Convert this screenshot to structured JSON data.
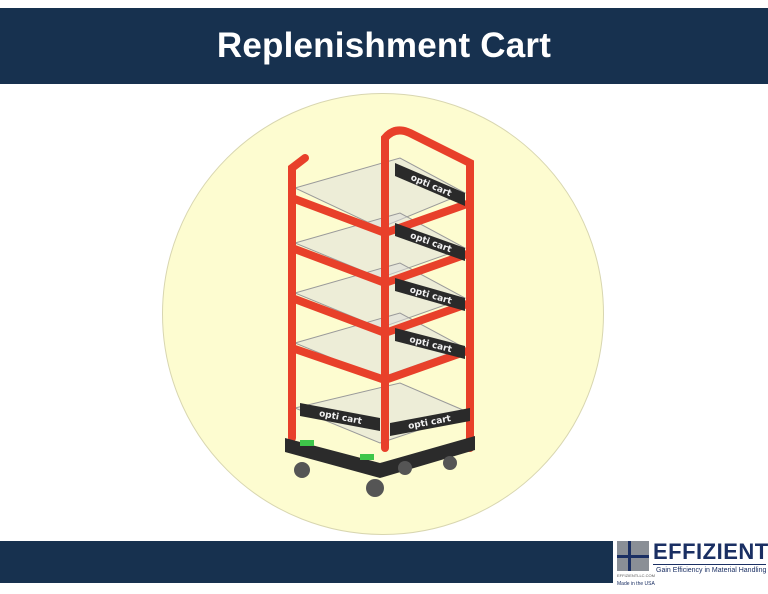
{
  "header": {
    "title": "Replenishment Cart"
  },
  "image": {
    "subject": "opti cart",
    "cart_label": "opti cart"
  },
  "colors": {
    "navy": "#17314f",
    "circle": "#fdfcd0",
    "cart_frame": "#e8402a"
  },
  "logo": {
    "name": "EFFIZIENT",
    "tagline": "Gain Efficiency in Material Handling",
    "url": "EFFIZIENTLLC.COM",
    "made_in": "Made in the USA"
  }
}
